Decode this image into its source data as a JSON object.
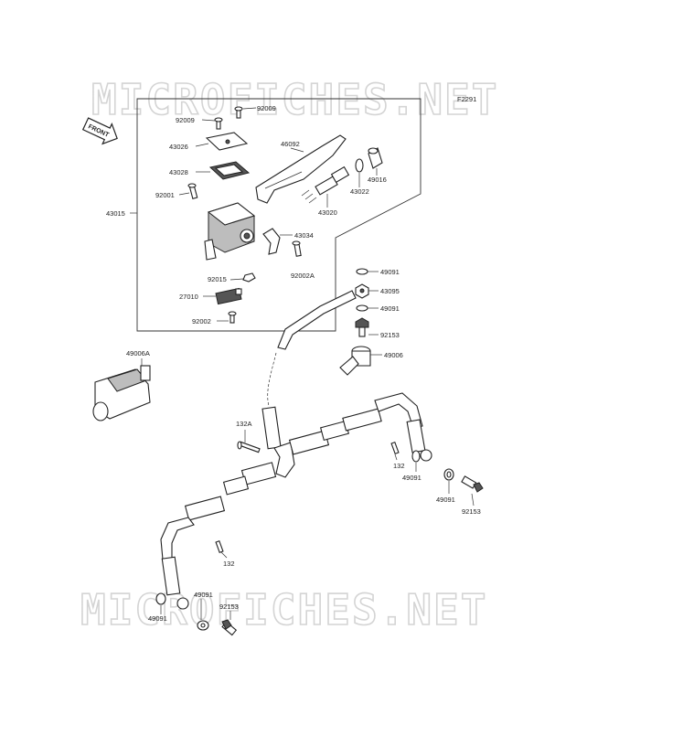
{
  "diagram": {
    "code": "F2291",
    "front_label": "FRONT",
    "watermark": "MICROFICHES.NET",
    "parts": [
      {
        "id": "p92009a",
        "number": "92009"
      },
      {
        "id": "p92009b",
        "number": "92009"
      },
      {
        "id": "p43026",
        "number": "43026"
      },
      {
        "id": "p46092",
        "number": "46092"
      },
      {
        "id": "p43028",
        "number": "43028"
      },
      {
        "id": "p49016",
        "number": "49016"
      },
      {
        "id": "p43022",
        "number": "43022"
      },
      {
        "id": "p92001",
        "number": "92001"
      },
      {
        "id": "p43020",
        "number": "43020"
      },
      {
        "id": "p43015",
        "number": "43015"
      },
      {
        "id": "p43034",
        "number": "43034"
      },
      {
        "id": "p92015",
        "number": "92015"
      },
      {
        "id": "p92002A",
        "number": "92002A"
      },
      {
        "id": "p27010",
        "number": "27010"
      },
      {
        "id": "p92002",
        "number": "92002"
      },
      {
        "id": "p49091a",
        "number": "49091"
      },
      {
        "id": "p43095",
        "number": "43095"
      },
      {
        "id": "p49091b",
        "number": "49091"
      },
      {
        "id": "p92153a",
        "number": "92153"
      },
      {
        "id": "p49006",
        "number": "49006"
      },
      {
        "id": "p49006A",
        "number": "49006A"
      },
      {
        "id": "p132A",
        "number": "132A"
      },
      {
        "id": "p132a",
        "number": "132"
      },
      {
        "id": "p49091c",
        "number": "49091"
      },
      {
        "id": "p49091d",
        "number": "49091"
      },
      {
        "id": "p92153b",
        "number": "92153"
      },
      {
        "id": "p132b",
        "number": "132"
      },
      {
        "id": "p49091e",
        "number": "49091"
      },
      {
        "id": "p49091f",
        "number": "49091"
      },
      {
        "id": "p92153c",
        "number": "92153"
      }
    ]
  }
}
